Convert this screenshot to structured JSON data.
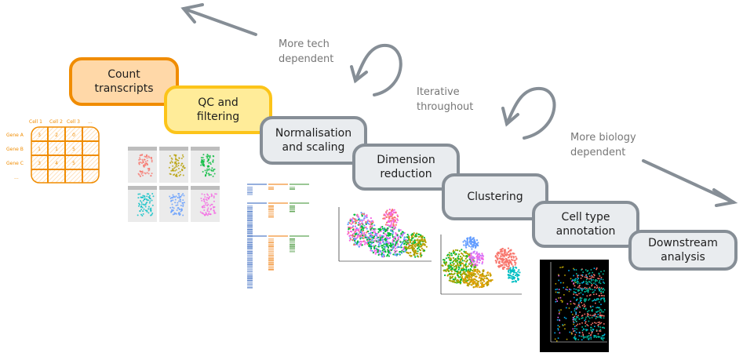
{
  "steps": [
    {
      "id": "count-transcripts",
      "lines": [
        "Count",
        "transcripts"
      ],
      "style": "orange"
    },
    {
      "id": "qc-filtering",
      "lines": [
        "QC and",
        "filtering"
      ],
      "style": "yellow"
    },
    {
      "id": "normalisation-scaling",
      "lines": [
        "Normalisation",
        "and scaling"
      ],
      "style": "grey"
    },
    {
      "id": "dimension-reduction",
      "lines": [
        "Dimension",
        "reduction"
      ],
      "style": "grey"
    },
    {
      "id": "clustering",
      "lines": [
        "Clustering"
      ],
      "style": "grey"
    },
    {
      "id": "cell-type-annotation",
      "lines": [
        "Cell type",
        "annotation"
      ],
      "style": "grey"
    },
    {
      "id": "downstream-analysis",
      "lines": [
        "Downstream",
        "analysis"
      ],
      "style": "grey"
    }
  ],
  "annotations": {
    "tech": [
      "More tech",
      "dependent"
    ],
    "iterative": [
      "Iterative",
      "throughout"
    ],
    "biology": [
      "More biology",
      "dependent"
    ]
  },
  "count_matrix": {
    "columns": [
      "Cell 1",
      "Cell 2",
      "Cell 3",
      "..."
    ],
    "rows": [
      {
        "gene": "Gene A",
        "values": [
          "3",
          "2",
          "0",
          ""
        ]
      },
      {
        "gene": "Gene B",
        "values": [
          "1",
          "1",
          "5",
          ""
        ]
      },
      {
        "gene": "Gene C",
        "values": [
          "3",
          "4",
          "5",
          ""
        ]
      },
      {
        "gene": "...",
        "values": [
          "",
          "",
          "",
          ""
        ]
      }
    ]
  },
  "colors": {
    "orange_fill": "#ffd8a8",
    "orange_stroke": "#f08c00",
    "yellow_fill": "#ffec99",
    "yellow_stroke": "#fcc419",
    "grey_fill": "#e9ecef",
    "grey_stroke": "#868e96",
    "arrow": "#868e96",
    "matrix": "#f08c00"
  },
  "qc_panel_colors": [
    "#f8766d",
    "#b79f00",
    "#00ba38",
    "#00bfc4",
    "#619cff",
    "#f564e3"
  ],
  "cluster_colors": [
    "#f8766d",
    "#b79f00",
    "#00ba38",
    "#00bfc4",
    "#619cff",
    "#f564e3",
    "#7cae00",
    "#c77cff"
  ]
}
